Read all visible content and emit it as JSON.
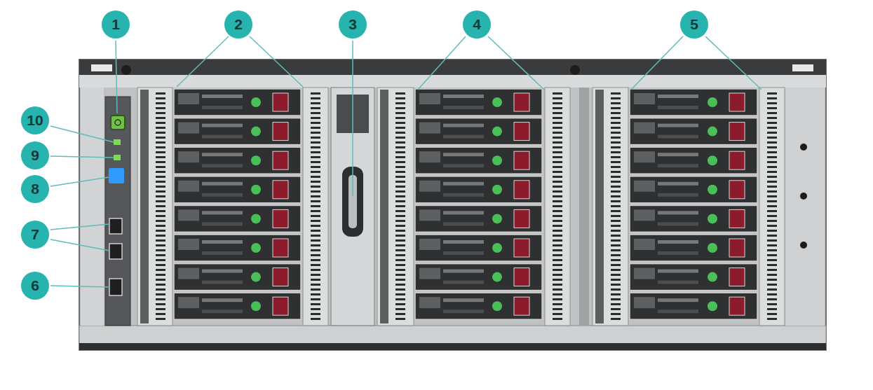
{
  "diagram": {
    "labels": [
      "1",
      "2",
      "3",
      "4",
      "5",
      "10",
      "9",
      "8",
      "7",
      "6"
    ]
  }
}
